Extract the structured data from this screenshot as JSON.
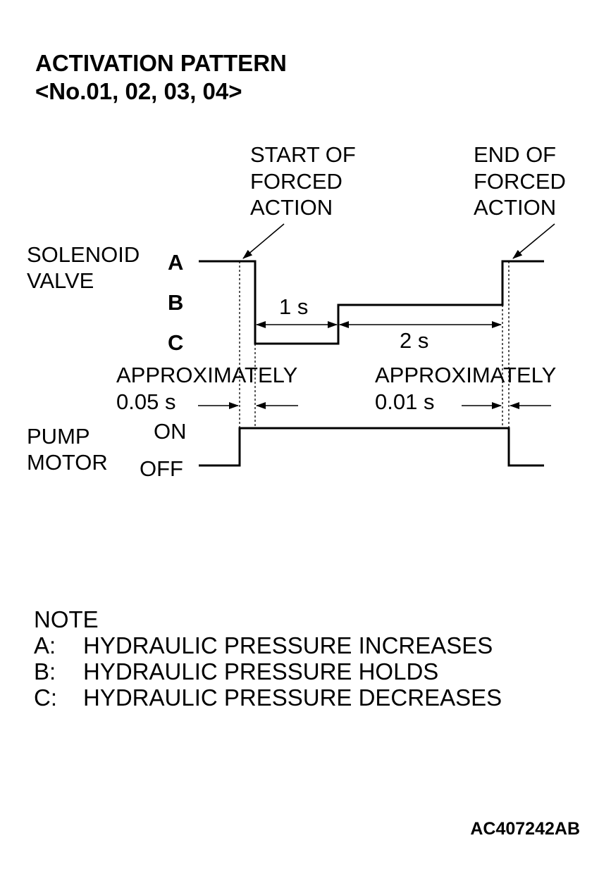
{
  "title": {
    "line1": "ACTIVATION PATTERN",
    "line2": "<No.01, 02, 03, 04>"
  },
  "annotations": {
    "start": [
      "START OF",
      "FORCED",
      "ACTION"
    ],
    "end": [
      "END OF",
      "FORCED",
      "ACTION"
    ]
  },
  "solenoid": {
    "label": [
      "SOLENOID",
      "VALVE"
    ],
    "levels": [
      "A",
      "B",
      "C"
    ],
    "interval_1": "1 s",
    "interval_2": "2 s"
  },
  "delays": {
    "left": [
      "APPROXIMATELY",
      "0.05 s"
    ],
    "right": [
      "APPROXIMATELY",
      "0.01 s"
    ]
  },
  "pump": {
    "label": [
      "PUMP",
      "MOTOR"
    ],
    "on": "ON",
    "off": "OFF"
  },
  "note": {
    "heading": "NOTE",
    "items": [
      {
        "key": "A:",
        "text": "HYDRAULIC PRESSURE INCREASES"
      },
      {
        "key": "B:",
        "text": "HYDRAULIC PRESSURE HOLDS"
      },
      {
        "key": "C:",
        "text": "HYDRAULIC PRESSURE DECREASES"
      }
    ]
  },
  "figure_code": "AC407242AB"
}
